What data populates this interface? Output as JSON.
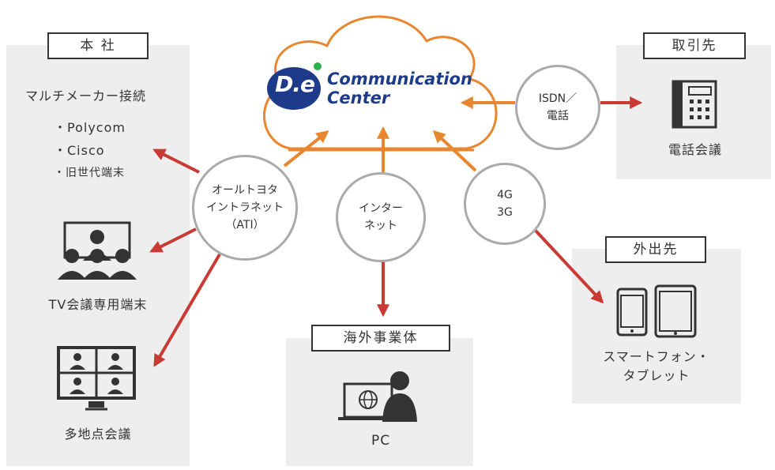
{
  "colors": {
    "orange": "#e8872f",
    "red": "#c93a34",
    "node_border": "#aaaaaa",
    "panel": "#eeeeee",
    "icon": "#333333",
    "logo_blue": "#1e3a8a",
    "logo_green": "#2bb24c"
  },
  "center": {
    "logo_mark": "D.e",
    "line1": "Communication",
    "line2": "Center"
  },
  "honsha": {
    "tag": "本 社",
    "multimaker": "マルチメーカー接続",
    "vendors": [
      "・Polycom",
      "・Cisco",
      "・旧世代端末"
    ],
    "tv_label": "TV会議専用端末",
    "multi_label": "多地点会議",
    "icons": [
      "tv-conference-people-icon",
      "multipoint-conference-monitor-icon"
    ]
  },
  "torihiki": {
    "tag": "取引先",
    "label": "電話会議",
    "icon": "desk-phone-icon"
  },
  "gaishutsu": {
    "tag": "外出先",
    "label_line1": "スマートフォン・",
    "label_line2": "タブレット",
    "icons": [
      "smartphone-icon",
      "tablet-icon"
    ]
  },
  "kaigai": {
    "tag": "海外事業体",
    "label": "PC",
    "icon": "pc-user-globe-icon"
  },
  "nodes": {
    "ati": "オールトヨタ\nイントラネット\n（ATI）",
    "internet": "インター\nネット",
    "mobile": "4G\n3G",
    "isdn": "ISDN／\n電話"
  }
}
